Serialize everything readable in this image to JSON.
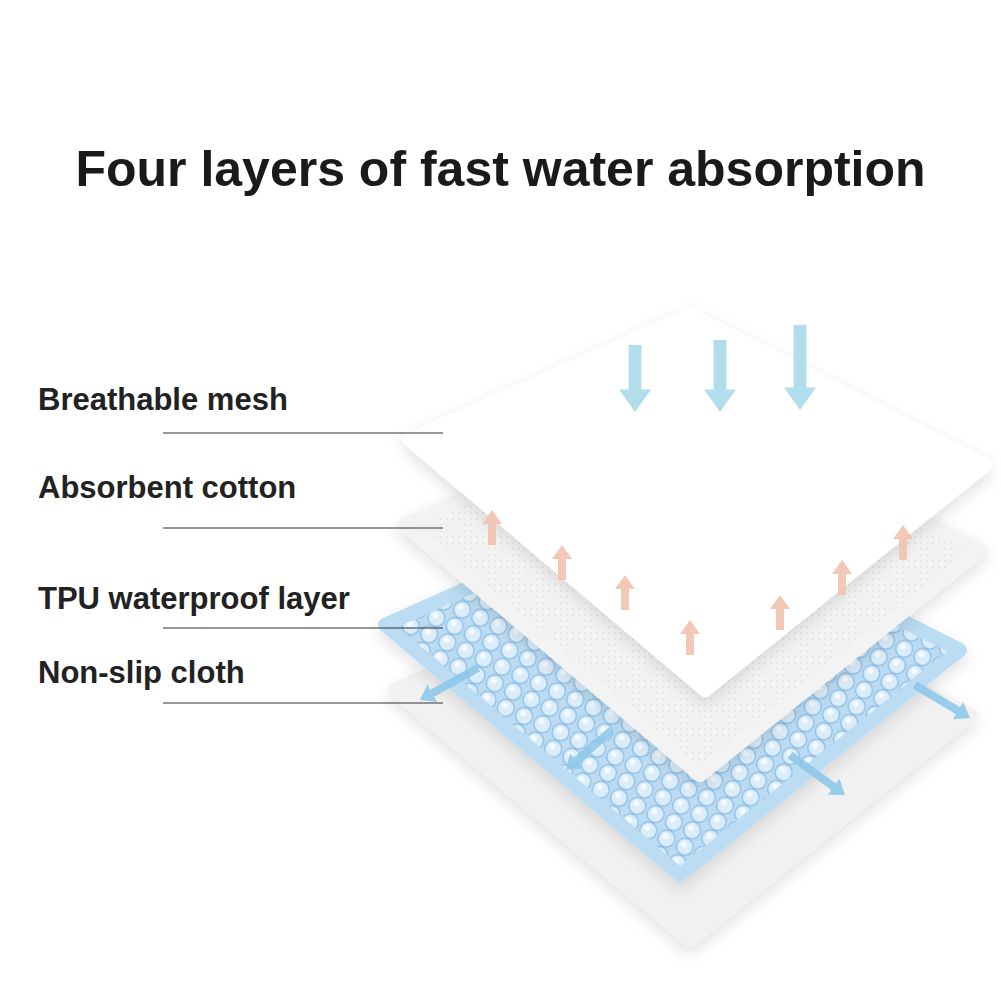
{
  "diagram": {
    "title": "Four layers of fast water absorption",
    "labels": [
      "Breathable mesh",
      "Absorbent cotton",
      "TPU waterproof layer",
      "Non-slip cloth"
    ]
  }
}
